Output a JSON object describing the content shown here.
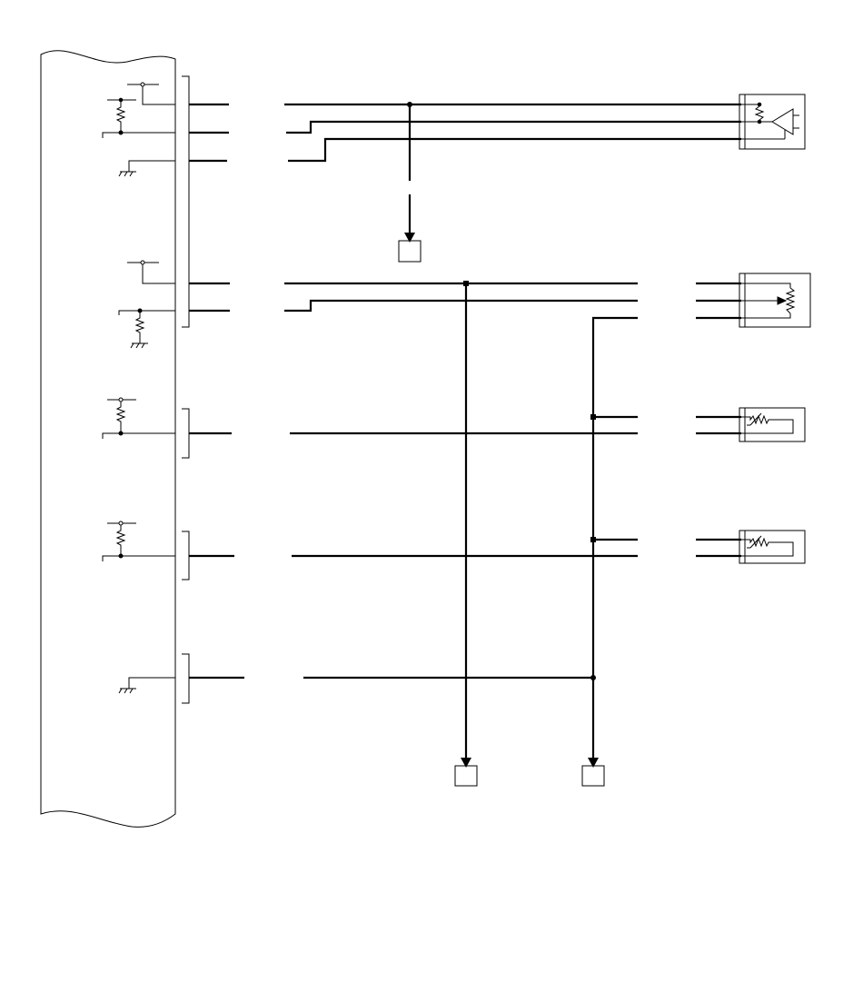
{
  "diagram": {
    "colors": {
      "line": "#000000",
      "background": "#ffffff",
      "fill": "#ffffff"
    },
    "ecu": {
      "internal_circuits": [
        {
          "name": "pullup-resistor-circuit",
          "icon": "resistor-icon"
        },
        {
          "name": "ground-circuit",
          "icon": "ground-icon"
        },
        {
          "name": "reference-voltage-circuit",
          "icon": "resistor-icon"
        },
        {
          "name": "sensor-input-circuit",
          "icon": "resistor-icon"
        },
        {
          "name": "sensor-input-circuit-2",
          "icon": "resistor-icon"
        },
        {
          "name": "sensor-ground-circuit",
          "icon": "ground-icon"
        }
      ]
    },
    "components": [
      {
        "name": "amplifier-sensor",
        "icon": "amplifier-icon"
      },
      {
        "name": "potentiometer-sensor",
        "icon": "potentiometer-icon"
      },
      {
        "name": "thermistor-sensor-1",
        "icon": "thermistor-icon"
      },
      {
        "name": "thermistor-sensor-2",
        "icon": "thermistor-icon"
      }
    ],
    "references": [
      {
        "name": "reference-box-1"
      },
      {
        "name": "reference-box-2"
      },
      {
        "name": "reference-box-3"
      }
    ]
  }
}
